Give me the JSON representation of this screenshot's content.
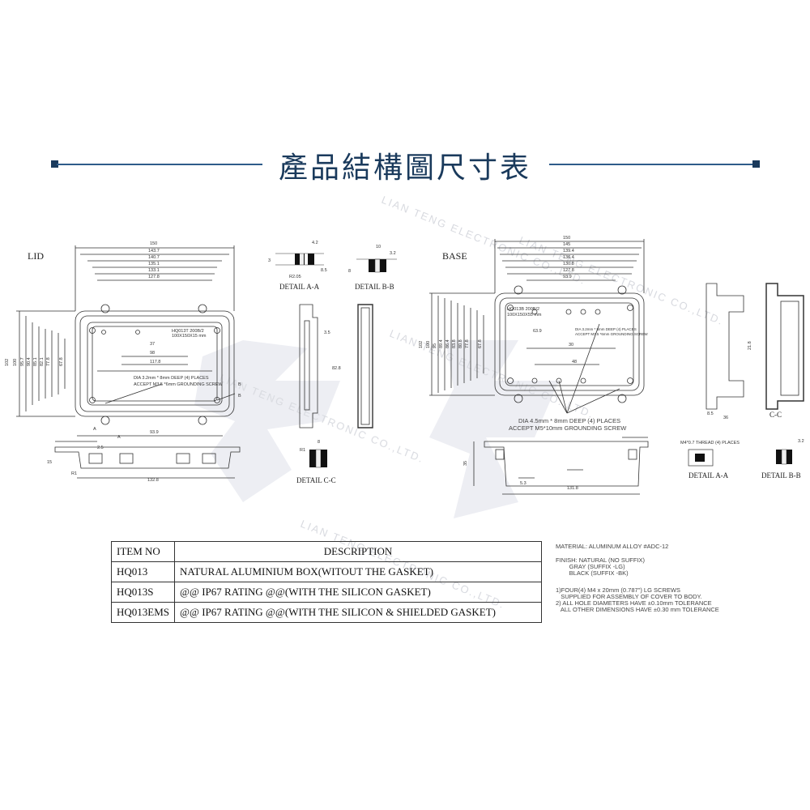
{
  "title": "產品結構圖尺寸表",
  "views": {
    "lid": "LID",
    "base": "BASE",
    "detail_aa": "DETAIL A-A",
    "detail_bb": "DETAIL B-B",
    "detail_cc": "DETAIL C-C",
    "detail_aa_base": "DETAIL A-A",
    "detail_bb_base": "DETAIL B-B",
    "section_cc": "C-C"
  },
  "lid_dims": {
    "top_widths": [
      "150",
      "143.7",
      "140.7",
      "135.1",
      "133.1",
      "127.8"
    ],
    "left_heights": [
      "102",
      "100",
      "95.7",
      "90.4",
      "85.1",
      "82.1",
      "77.8",
      "67.8"
    ],
    "inner": [
      "98",
      "117.8",
      "37",
      "93.9",
      "132.8",
      "2.5",
      "15",
      "R1"
    ],
    "label": "HQ013T 200B/2\n100X150X15 mm",
    "note_line1": "DIA 3.2mm * 8mm DEEP (4) PLACES",
    "note_line2": "ACCEPT M3.5 *6mm GROUNDING SCREW"
  },
  "base_dims": {
    "top_widths": [
      "150",
      "145",
      "139.4",
      "136.4",
      "130.8",
      "127.8",
      "93.9"
    ],
    "left_heights": [
      "102",
      "100",
      "95",
      "89.4",
      "86.4",
      "83.8",
      "80.8",
      "77.8",
      "67.8"
    ],
    "inner": [
      "63.9",
      "30",
      "48",
      "131.8",
      "35",
      "5.3",
      "21.8",
      "8.5",
      "36"
    ],
    "label": "HQ013B 200B/2\n100X150X55 mm",
    "note_line1": "DIA 4.5mm * 8mm DEEP (4) PLACES",
    "note_line2": "ACCEPT M5*10mm GROUNDING SCREW",
    "thread": "M4*0.7 THREAD (4) PLACES"
  },
  "table": {
    "header_item": "ITEM NO",
    "header_desc": "DESCRIPTION",
    "rows": [
      {
        "item": "HQ013",
        "desc": "NATURAL ALUMINIUM BOX(WITOUT THE GASKET)"
      },
      {
        "item": "HQ013S",
        "desc": "@@ IP67 RATING @@(WITH THE SILICON GASKET)"
      },
      {
        "item": "HQ013EMS",
        "desc": "@@ IP67 RATING @@(WITH THE  SILICON & SHIELDED GASKET)"
      }
    ]
  },
  "notes": {
    "material": "MATERIAL: ALUMINUM ALLOY #ADC-12",
    "finish": "FINISH: NATURAL (NO SUFFIX)\n        GRAY (SUFFIX -LG)\n        BLACK (SUFFIX -BK)",
    "tolerance": "1)FOUR(4) M4 x 20mm (0.787\") LG SCREWS\n   SUPPLIED FOR ASSEMBLY OF COVER TO BODY.\n2) ALL HOLE DIAMETERS HAVE ±0.10mm TOLERANCE\n   ALL OTHER DIMENSIONS HAVE ±0.30 mm TOLERANCE"
  },
  "watermark": "LIAN TENG ELECTRONIC CO.,LTD.",
  "colors": {
    "title": "#1a3a5c",
    "rule": "#2e5c8a",
    "line": "#333333",
    "watermark": "#c8cad3"
  }
}
